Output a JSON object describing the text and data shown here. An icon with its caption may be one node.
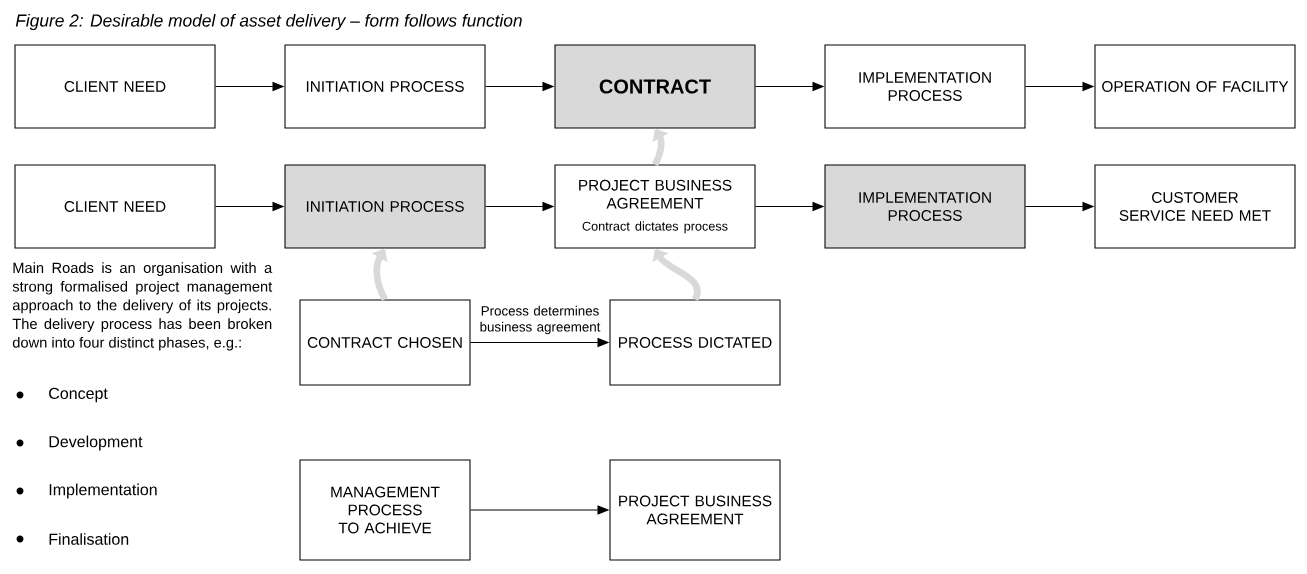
{
  "diagram": {
    "caption": "Figure 2: Desirable model of asset delivery – form follows function",
    "nodes": [
      {
        "text": [
          "CLIENT NEED"
        ]
      },
      {
        "text": [
          "INITIATION PROCESS"
        ]
      },
      {
        "text": [
          "CONTRACT"
        ]
      },
      {
        "text": [
          "IMPLEMENTATION PROCESS"
        ]
      },
      {
        "text": [
          "OPERATION OF FACILITY"
        ]
      },
      {
        "text": [
          "CLIENT NEED"
        ]
      },
      {
        "text": [
          "INITIATION PROCESS"
        ]
      },
      {
        "text": [
          "PROJECT BUSINESS AGREEMENT",
          "Contract dictates process"
        ]
      },
      {
        "text": [
          "IMPLEMENTATION PROCESS"
        ]
      },
      {
        "text": [
          "CUSTOMER SERVICE NEED MET"
        ]
      },
      {
        "text": [
          "CONTRACT CHOSEN"
        ]
      },
      {
        "text": [
          "PROCESS DICTATED"
        ]
      },
      {
        "text": [
          "MANAGEMENT PROCESS TO ACHIEVE"
        ]
      },
      {
        "text": [
          "PROJECT BUSINESS AGREEMENT"
        ]
      }
    ],
    "edges": [
      {
        "from": 0,
        "to": 1,
        "arrow": "to"
      },
      {
        "from": 1,
        "to": 2,
        "arrow": "to"
      },
      {
        "from": 2,
        "to": 3,
        "arrow": "to"
      },
      {
        "from": 3,
        "to": 4,
        "arrow": "to"
      },
      {
        "from": 5,
        "to": 6,
        "arrow": "to"
      },
      {
        "from": 6,
        "to": 7,
        "arrow": "to"
      },
      {
        "from": 7,
        "to": 8,
        "arrow": "to"
      },
      {
        "from": 8,
        "to": 9,
        "arrow": "to"
      },
      {
        "from": 7,
        "to": 2,
        "arrow": "to",
        "style": "thick",
        "color": "#d9d9d9"
      },
      {
        "from": 10,
        "to": 6,
        "arrow": "to",
        "style": "thick",
        "color": "#d9d9d9"
      },
      {
        "from": 11,
        "to": 7,
        "arrow": "to",
        "style": "thick",
        "color": "#d9d9d9"
      },
      {
        "from": 10,
        "to": 11,
        "arrow": "to",
        "label": "Process determines business agreement"
      },
      {
        "from": 12,
        "to": 13,
        "arrow": "to"
      }
    ],
    "labels": [
      "Main Roads is an organisation with a strong formalised project management approach to the delivery of its projects. The delivery process has been broken down into four distinct phases, e.g.:",
      "Concept",
      "Development",
      "Implementation",
      "Finalisation"
    ]
  }
}
